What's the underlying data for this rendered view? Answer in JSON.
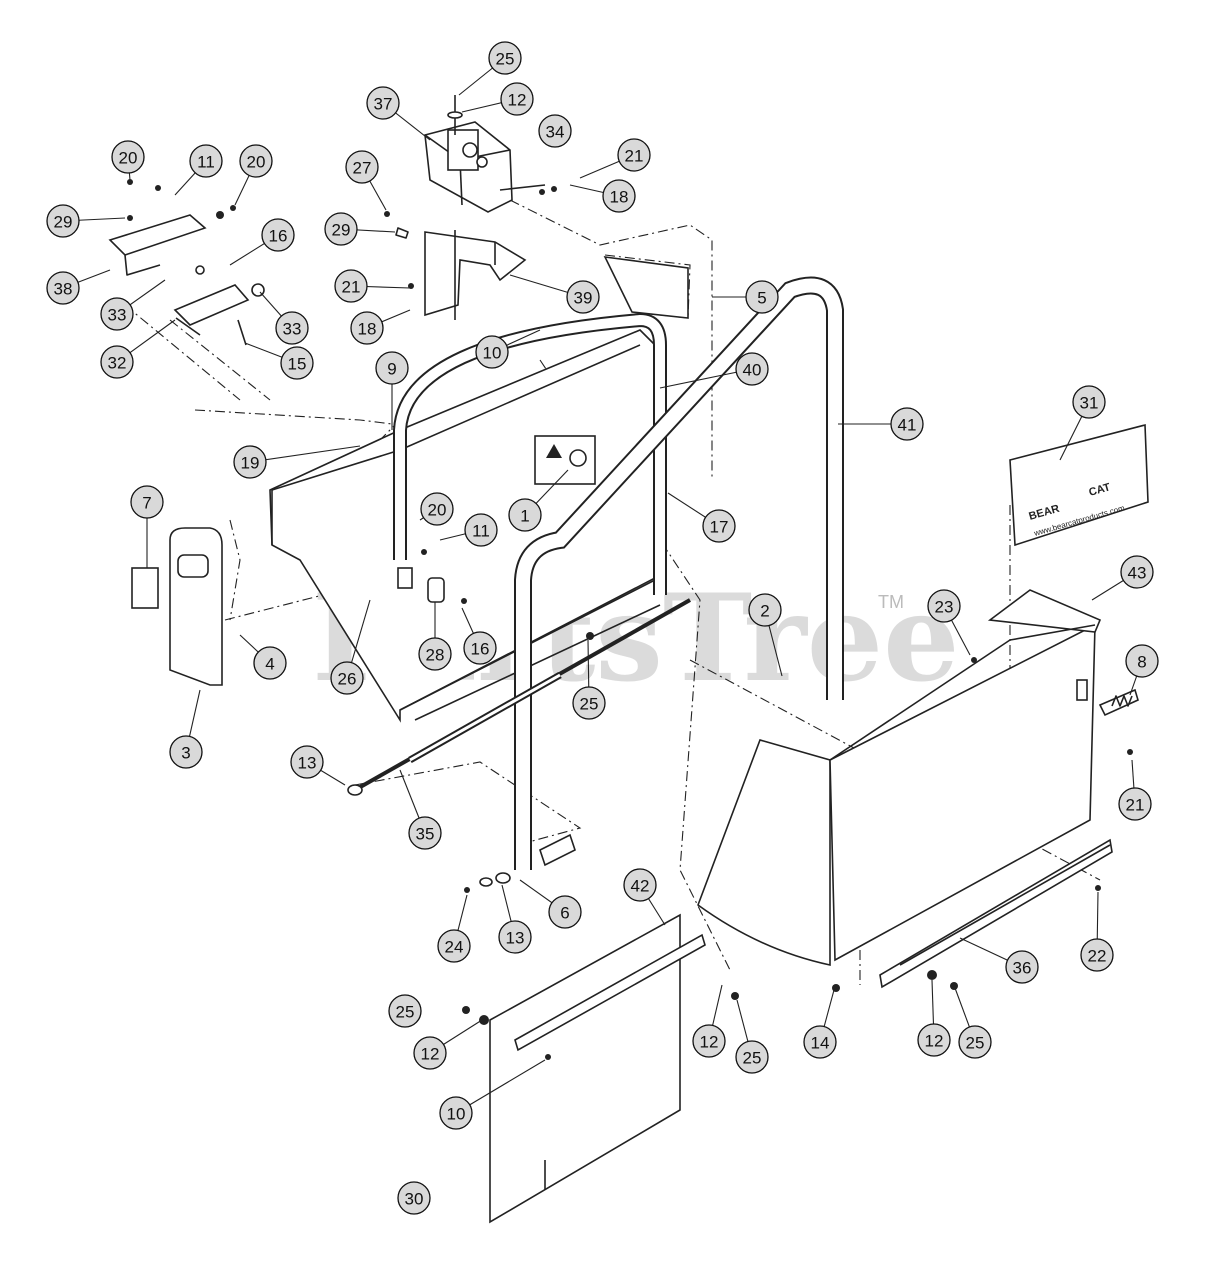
{
  "watermark": {
    "text": "PartsTree",
    "tm": "TM"
  },
  "decal": {
    "line1": "BEAR",
    "line2": "CAT",
    "url": "www.bearcatproducts.com"
  },
  "callouts": [
    {
      "label": "25"
    },
    {
      "label": "12"
    },
    {
      "label": "37"
    },
    {
      "label": "34"
    },
    {
      "label": "21"
    },
    {
      "label": "18"
    },
    {
      "label": "20"
    },
    {
      "label": "11"
    },
    {
      "label": "20"
    },
    {
      "label": "27"
    },
    {
      "label": "29"
    },
    {
      "label": "29"
    },
    {
      "label": "16"
    },
    {
      "label": "38"
    },
    {
      "label": "21"
    },
    {
      "label": "39"
    },
    {
      "label": "5"
    },
    {
      "label": "33"
    },
    {
      "label": "33"
    },
    {
      "label": "18"
    },
    {
      "label": "32"
    },
    {
      "label": "15"
    },
    {
      "label": "10"
    },
    {
      "label": "40"
    },
    {
      "label": "9"
    },
    {
      "label": "31"
    },
    {
      "label": "19"
    },
    {
      "label": "41"
    },
    {
      "label": "7"
    },
    {
      "label": "20"
    },
    {
      "label": "11"
    },
    {
      "label": "1"
    },
    {
      "label": "17"
    },
    {
      "label": "4"
    },
    {
      "label": "26"
    },
    {
      "label": "28"
    },
    {
      "label": "16"
    },
    {
      "label": "2"
    },
    {
      "label": "23"
    },
    {
      "label": "43"
    },
    {
      "label": "8"
    },
    {
      "label": "3"
    },
    {
      "label": "25"
    },
    {
      "label": "13"
    },
    {
      "label": "21"
    },
    {
      "label": "35"
    },
    {
      "label": "6"
    },
    {
      "label": "24"
    },
    {
      "label": "13"
    },
    {
      "label": "42"
    },
    {
      "label": "22"
    },
    {
      "label": "36"
    },
    {
      "label": "25"
    },
    {
      "label": "12"
    },
    {
      "label": "12"
    },
    {
      "label": "25"
    },
    {
      "label": "14"
    },
    {
      "label": "12"
    },
    {
      "label": "25"
    },
    {
      "label": "10"
    },
    {
      "label": "30"
    }
  ]
}
